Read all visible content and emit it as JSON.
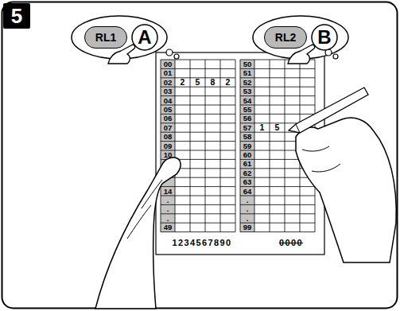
{
  "diagram": {
    "nodes": [
      {
        "text": [
          "5"
        ]
      },
      {
        "text": [
          "RL1"
        ]
      },
      {
        "text": [
          "A"
        ]
      },
      {
        "text": [
          "RL2"
        ]
      },
      {
        "text": [
          "B"
        ]
      }
    ],
    "labels": [
      "00",
      "01",
      "02",
      "03",
      "04",
      "05",
      "06",
      "07",
      "08",
      "09",
      "10",
      "14",
      ".",
      ".",
      ".",
      "49",
      "50",
      "51",
      "52",
      "53",
      "54",
      "55",
      "56",
      "57",
      "58",
      "59",
      "60",
      "61",
      "62",
      "63",
      "64",
      ".",
      ".",
      ".",
      "99",
      "2",
      "5",
      "8",
      "2",
      "1",
      "5",
      "1234567890",
      "0000"
    ]
  }
}
